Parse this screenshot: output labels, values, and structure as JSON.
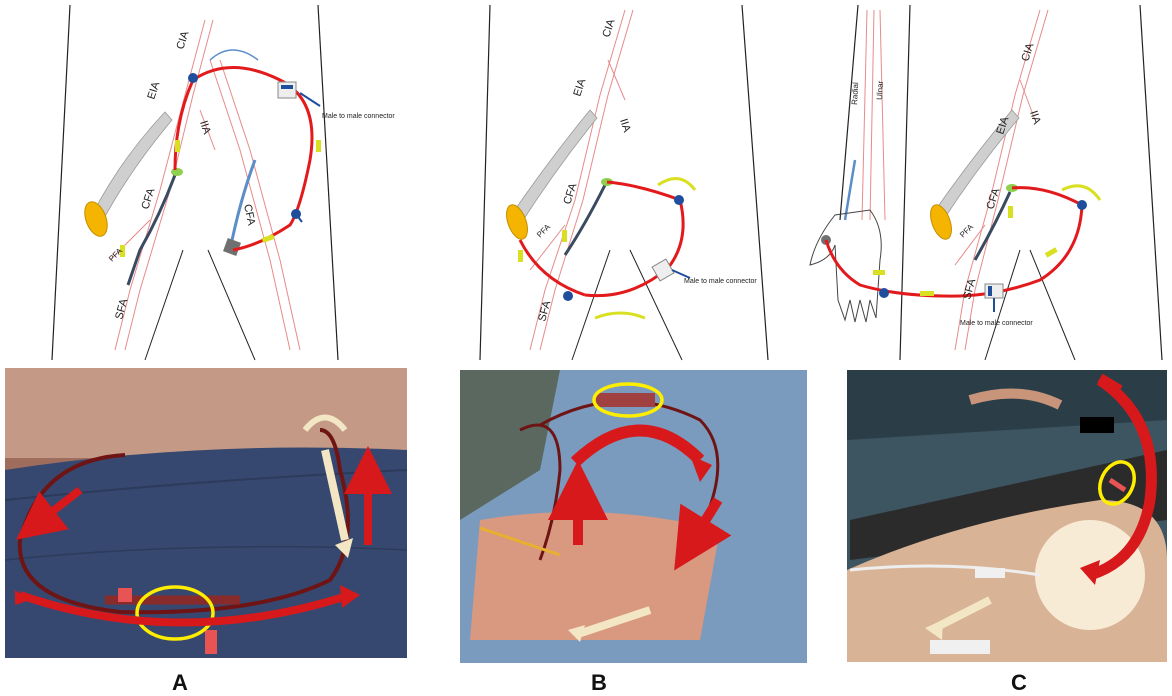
{
  "panels": [
    {
      "letter": "A",
      "labels": {
        "cia": "CIA",
        "eia": "EIA",
        "iia": "IIA",
        "cfa_left": "CFA",
        "cfa_right": "CFA",
        "pfa": "PFA",
        "sfa": "SFA"
      },
      "connector_note": "Male to male connector"
    },
    {
      "letter": "B",
      "labels": {
        "cia": "CIA",
        "eia": "EIA",
        "iia": "IIA",
        "cfa": "CFA",
        "pfa": "PFA",
        "sfa": "SFA"
      },
      "connector_note": "Male to male connector"
    },
    {
      "letter": "C",
      "labels": {
        "radial": "Radial",
        "ulnar": "Ulnar",
        "cia": "CIA",
        "eia": "EIA",
        "iia": "IIA",
        "cfa": "CFA",
        "pfa": "PFA",
        "sfa": "SFA"
      },
      "connector_note": "Male to male connector"
    }
  ],
  "colors": {
    "circuit": "#e31a1c",
    "artery": "#e88a8a",
    "sheath": "#cfcfcf",
    "cannula_cap": "#f4b400",
    "catheter_blue": "#5b8ec9",
    "stopcock": "#1f4e9c",
    "flow_arrow": "#d9e021",
    "highlight_ring": "#ffee00",
    "photo_arrow_red": "#d7191c",
    "photo_arrow_cream": "#f3e6c4"
  }
}
